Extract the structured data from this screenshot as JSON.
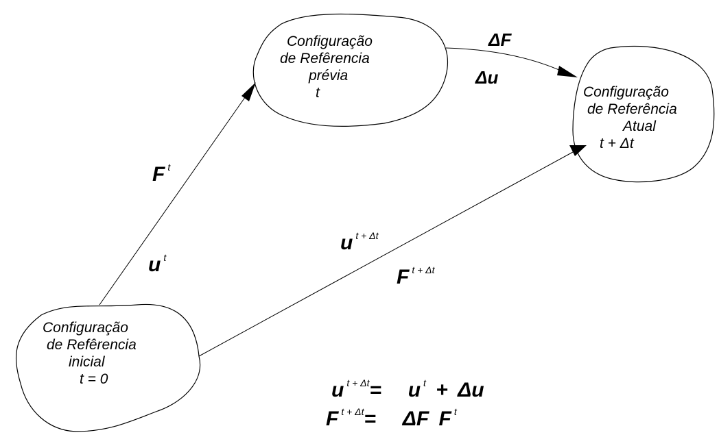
{
  "blobs": {
    "initial": {
      "line1": "Configuração",
      "line2": "de Refêrencia",
      "line3": "inicial",
      "line4": "t = 0"
    },
    "previous": {
      "line1": "Configuração",
      "line2": "de Refêrencia",
      "line3": "prévia",
      "line4": "t"
    },
    "current": {
      "line1": "Configuração",
      "line2": "de Referência",
      "line3": "Atual",
      "line4": "t + Δt"
    }
  },
  "arrows": {
    "initial_to_previous": {
      "f_symbol": "F",
      "f_sup": "t",
      "u_symbol": "u",
      "u_sup": "t"
    },
    "previous_to_current": {
      "f_label": "ΔF",
      "u_label": "Δu"
    },
    "initial_to_current": {
      "u_symbol": "u",
      "u_sup": "t + Δt",
      "f_symbol": "F",
      "f_sup": "t + Δt"
    }
  },
  "equations": {
    "eq1": {
      "lhs": "u",
      "lhs_sup": "t + Δt",
      "eq": "=",
      "term1": "u",
      "term1_sup": "t",
      "plus": "+",
      "term2": "Δu"
    },
    "eq2": {
      "lhs": "F",
      "lhs_sup": "t + Δt",
      "eq": "=",
      "term1": "ΔF",
      "term2": "F",
      "term2_sup": "t"
    }
  }
}
